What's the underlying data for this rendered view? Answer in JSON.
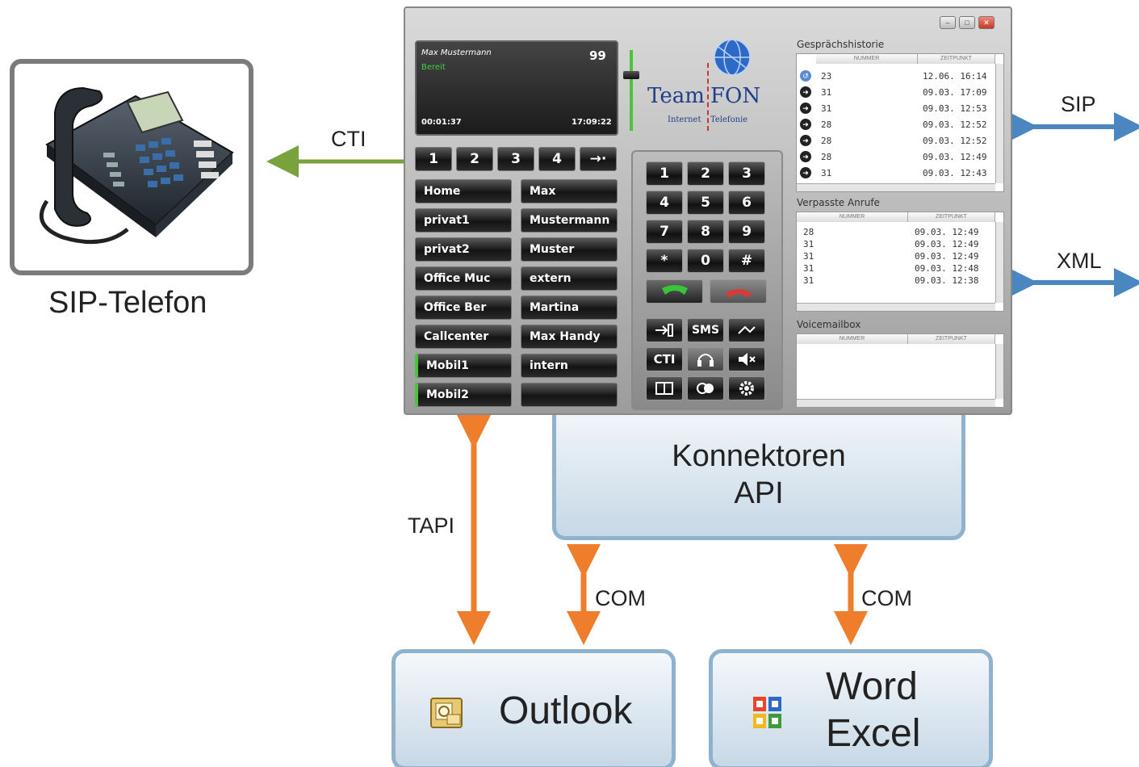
{
  "colors": {
    "green_arrow": "#7aa23c",
    "orange_arrow": "#ee7d2c",
    "blue_arrow": "#4a86c0",
    "box_border": "#8fb2cf"
  },
  "labels": {
    "cti": "CTI",
    "sip": "SIP",
    "xml": "XML",
    "tapi": "TAPI",
    "com_left": "COM",
    "com_right": "COM",
    "sip_telefon": "SIP-Telefon",
    "konnektoren_line1": "Konnektoren",
    "konnektoren_line2": "API",
    "outlook": "Outlook",
    "word": "Word",
    "excel": "Excel"
  },
  "app": {
    "logo_team": "Team",
    "logo_fon": "FON",
    "logo_internet": "Internet",
    "logo_telefonie": "Telefonie",
    "screen": {
      "name": "Max Mustermann",
      "status": "Bereit",
      "number": "99",
      "duration": "00:01:37",
      "time": "17:09:22"
    },
    "line_buttons": [
      "1",
      "2",
      "3",
      "4",
      "→·"
    ],
    "speed_left": [
      "Home",
      "privat1",
      "privat2",
      "Office Muc",
      "Office Ber",
      "Callcenter",
      "Mobil1",
      "Mobil2"
    ],
    "speed_right": [
      "Max",
      "Mustermann",
      "Muster",
      "extern",
      "Martina",
      "Max Handy",
      "intern",
      ""
    ],
    "keys": [
      "1",
      "2",
      "3",
      "4",
      "5",
      "6",
      "7",
      "8",
      "9",
      "*",
      "0",
      "#"
    ],
    "func_keys": {
      "sms": "SMS",
      "cti": "CTI"
    },
    "history": {
      "title": "Gesprächshistorie",
      "col_number": "NUMMER",
      "col_time": "ZEITPUNKT",
      "rows": [
        {
          "num": "23",
          "time": "12.06. 16:14"
        },
        {
          "num": "31",
          "time": "09.03. 17:09"
        },
        {
          "num": "31",
          "time": "09.03. 12:53"
        },
        {
          "num": "28",
          "time": "09.03. 12:52"
        },
        {
          "num": "28",
          "time": "09.03. 12:52"
        },
        {
          "num": "28",
          "time": "09.03. 12:49"
        },
        {
          "num": "31",
          "time": "09.03. 12:43"
        }
      ]
    },
    "missed": {
      "title": "Verpasste Anrufe",
      "col_number": "NUMMER",
      "col_time": "ZEITPUNKT",
      "rows": [
        {
          "num": "28",
          "time": "09.03. 12:49"
        },
        {
          "num": "31",
          "time": "09.03. 12:49"
        },
        {
          "num": "31",
          "time": "09.03. 12:49"
        },
        {
          "num": "31",
          "time": "09.03. 12:48"
        },
        {
          "num": "31",
          "time": "09.03. 12:38"
        }
      ]
    },
    "voicemail": {
      "title": "Voicemailbox",
      "col_number": "NUMMER",
      "col_time": "ZEITPUNKT"
    }
  }
}
